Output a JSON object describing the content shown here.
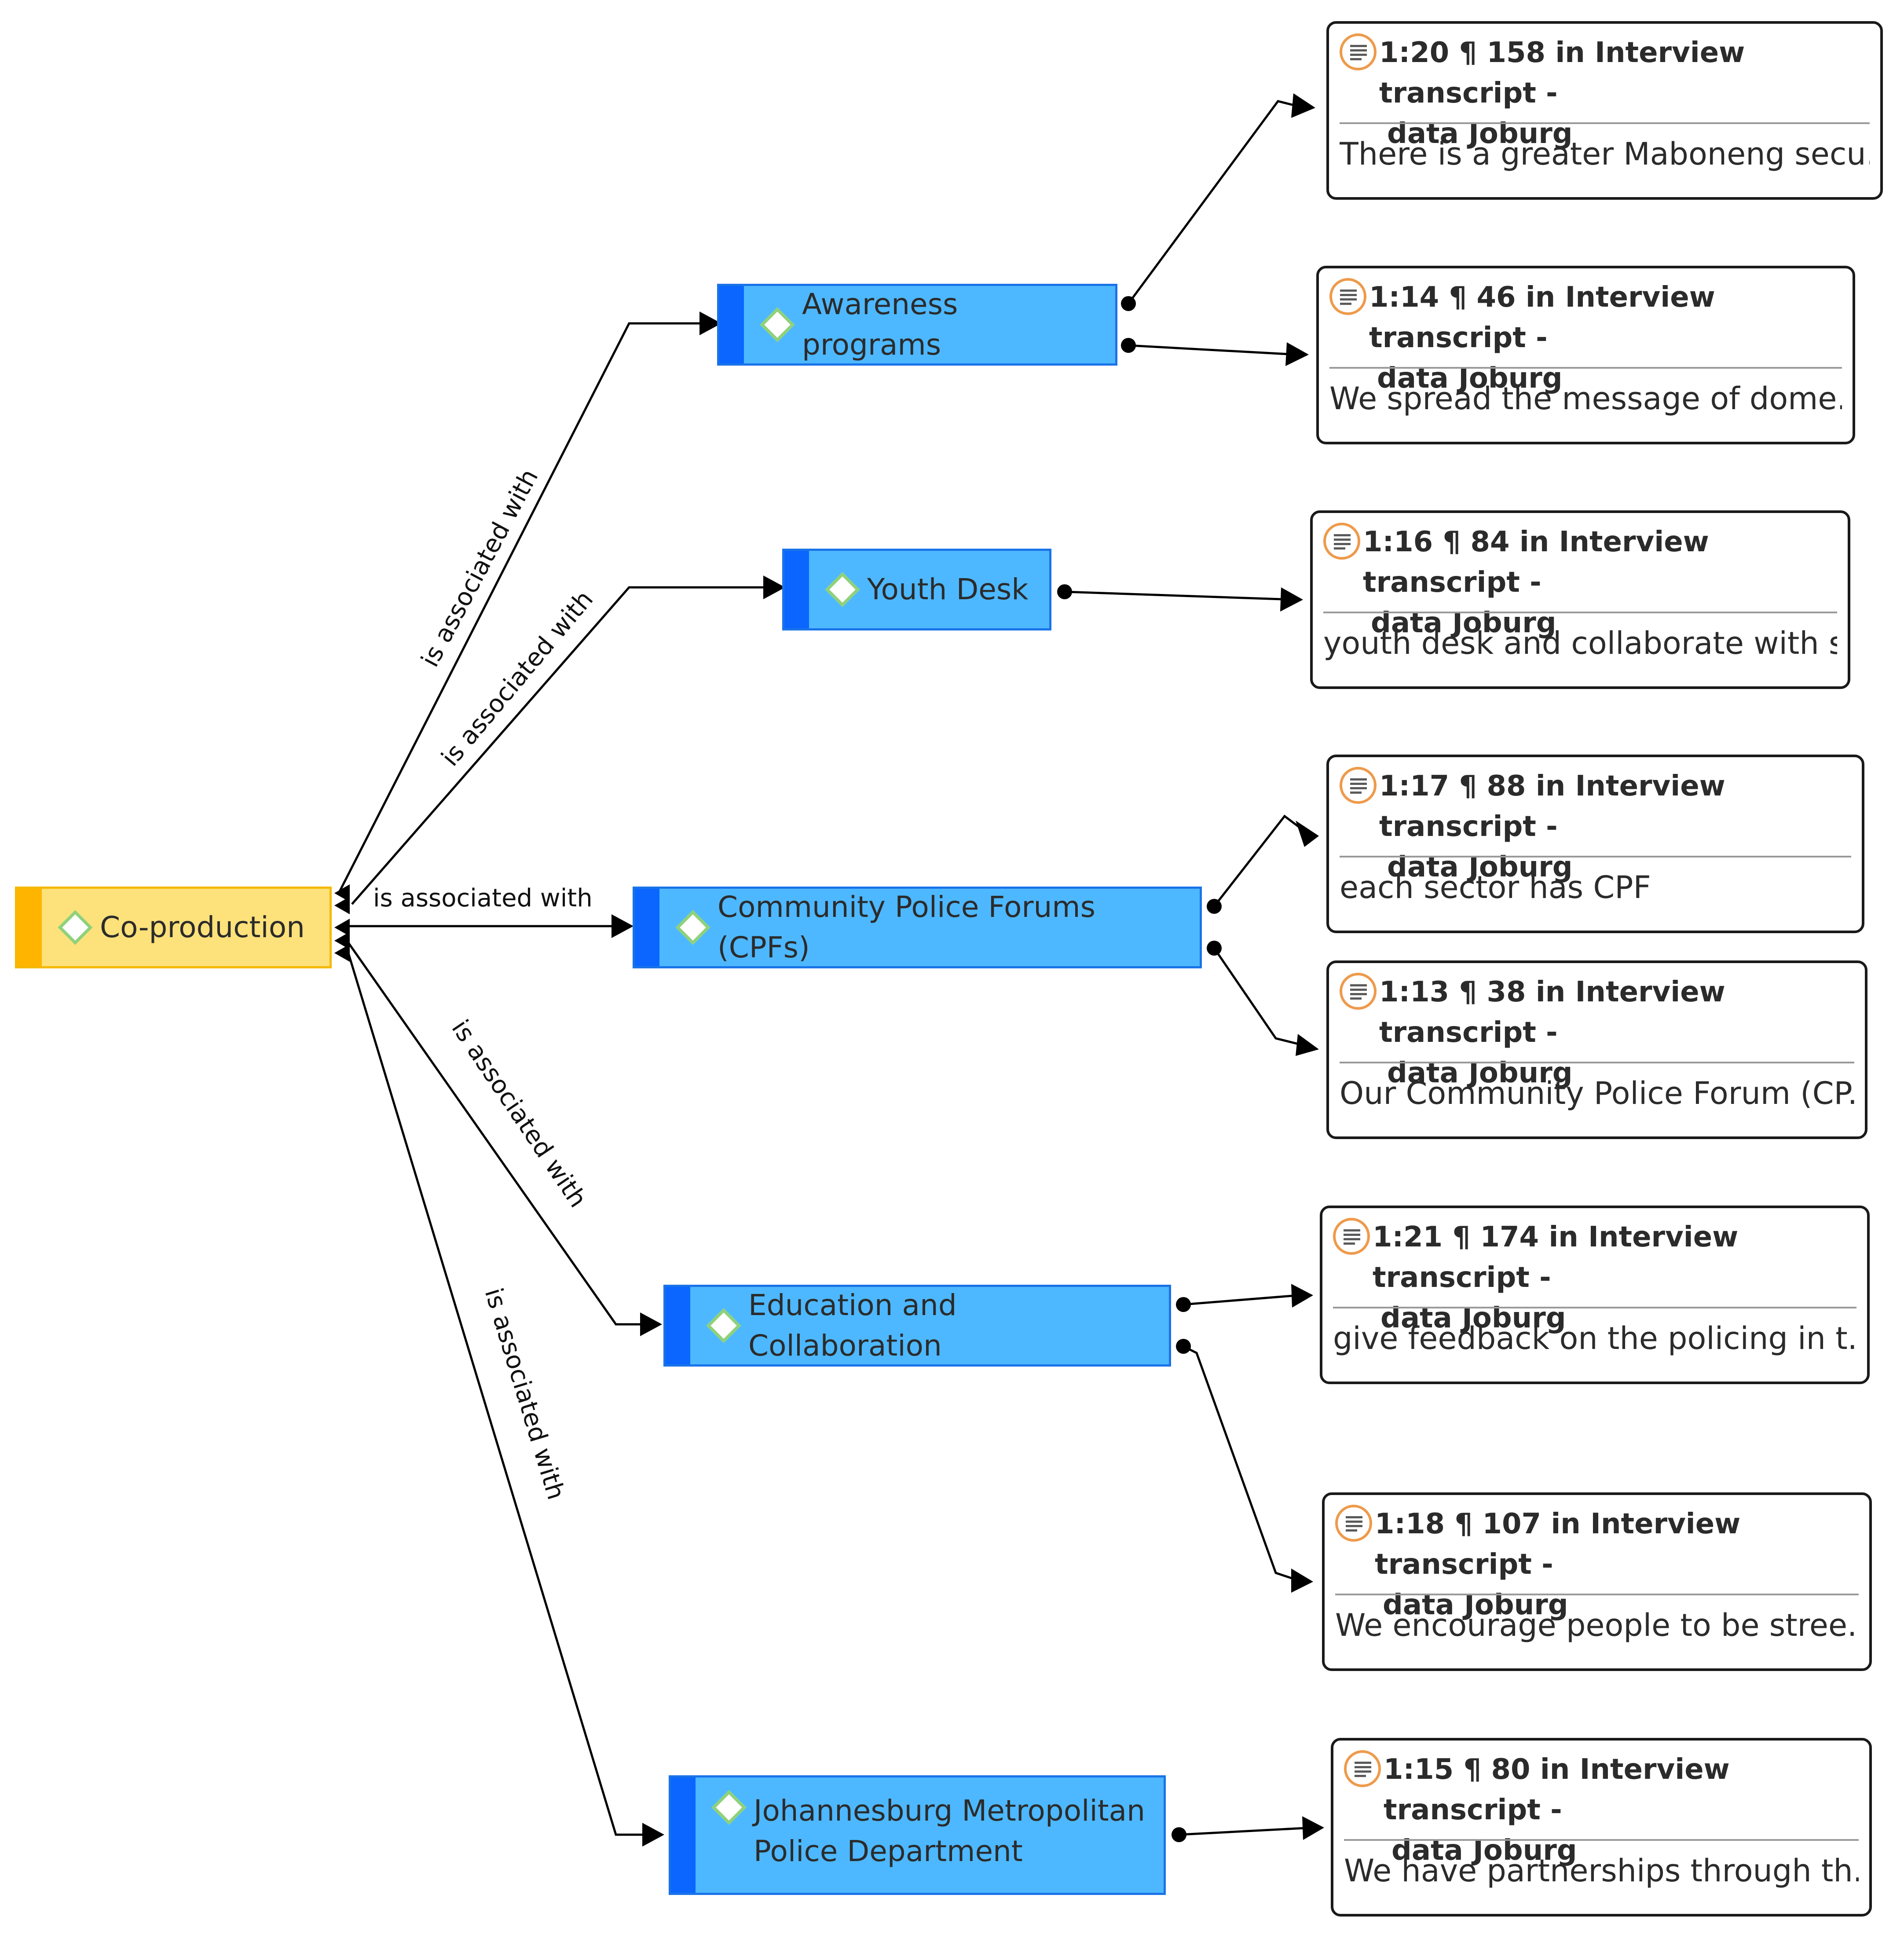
{
  "relation_label": "is associated with",
  "root": {
    "label": "Co-production"
  },
  "codes": [
    {
      "id": "awareness",
      "label": "Awareness programs"
    },
    {
      "id": "youth",
      "label": "Youth Desk"
    },
    {
      "id": "cpf",
      "label": "Community Police Forums (CPFs)"
    },
    {
      "id": "education",
      "label": "Education and Collaboration"
    },
    {
      "id": "jmpd",
      "label": "Johannesburg Metropolitan Police Department"
    }
  ],
  "quotations": [
    {
      "id": "q120",
      "ref": "1:20 ¶ 158 in Interview transcript  -",
      "doc": "data Joburg",
      "text": "There is a greater Maboneng secu..."
    },
    {
      "id": "q114",
      "ref": "1:14 ¶ 46 in Interview transcript  -",
      "doc": "data Joburg",
      "text": "We spread the message of dome..."
    },
    {
      "id": "q116",
      "ref": "1:16 ¶ 84 in Interview transcript  -",
      "doc": "data Joburg",
      "text": "youth desk and collaborate with s..."
    },
    {
      "id": "q117",
      "ref": "1:17 ¶ 88 in Interview transcript  -",
      "doc": "data Joburg",
      "text": "each sector has CPF"
    },
    {
      "id": "q113",
      "ref": "1:13 ¶ 38 in Interview transcript  -",
      "doc": "data Joburg",
      "text": "Our Community Police Forum (CP..."
    },
    {
      "id": "q121",
      "ref": "1:21 ¶ 174 in Interview transcript  -",
      "doc": "data Joburg",
      "text": "give feedback on the policing in t..."
    },
    {
      "id": "q118",
      "ref": "1:18 ¶ 107 in Interview transcript  -",
      "doc": "data Joburg",
      "text": "We encourage people to be stree..."
    },
    {
      "id": "q115",
      "ref": "1:15 ¶ 80 in Interview transcript  -",
      "doc": "data Joburg",
      "text": "We have partnerships through th..."
    }
  ],
  "links": [
    {
      "from": "awareness",
      "to": "q120"
    },
    {
      "from": "awareness",
      "to": "q114"
    },
    {
      "from": "youth",
      "to": "q116"
    },
    {
      "from": "cpf",
      "to": "q117"
    },
    {
      "from": "cpf",
      "to": "q113"
    },
    {
      "from": "education",
      "to": "q121"
    },
    {
      "from": "education",
      "to": "q118"
    },
    {
      "from": "jmpd",
      "to": "q115"
    }
  ],
  "colors": {
    "root_fill": "#fde17a",
    "root_accent": "#ffb400",
    "code_fill": "#4db8ff",
    "code_accent": "#0a66ff",
    "code_icon": "#8fd17a",
    "quote_icon": "#ee9a4b",
    "edge": "#000000"
  },
  "icons": {
    "code": "diamond-icon",
    "quotation": "quotation-icon"
  }
}
